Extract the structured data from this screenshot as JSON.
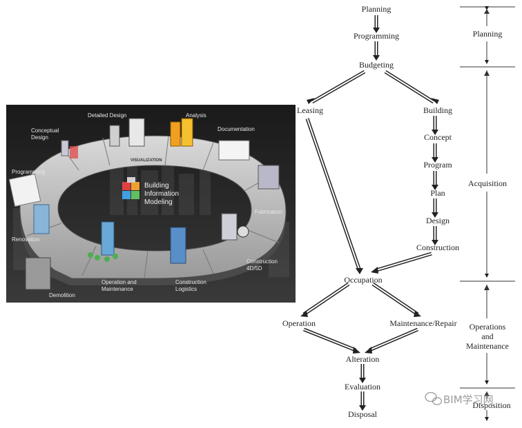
{
  "bim_cycle": {
    "center_title_line1": "Building",
    "center_title_line2": "Information",
    "center_title_line3": "Modeling",
    "ring_label": "VISUALIZATION",
    "stages": {
      "conceptual_design_1": "Conceptual",
      "conceptual_design_2": "Design",
      "detailed_design": "Detailed Design",
      "analysis": "Analysis",
      "documentation": "Documentation",
      "programming": "Programming",
      "fabrication": "Fabrication",
      "renovation": "Renovation",
      "construction_4d5d_1": "Construction",
      "construction_4d5d_2": "4D/5D",
      "operation_maintenance_1": "Operation and",
      "operation_maintenance_2": "Maintenance",
      "construction_logistics_1": "Construction",
      "construction_logistics_2": "Logistics",
      "demolition": "Demolition"
    }
  },
  "lifecycle": {
    "nodes": {
      "planning": "Planning",
      "programming": "Programming",
      "budgeting": "Budgeting",
      "leasing": "Leasing",
      "building": "Building",
      "concept": "Concept",
      "program": "Program",
      "plan": "Plan",
      "design": "Design",
      "construction": "Construction",
      "occupation": "Occupation",
      "operation": "Operation",
      "maintenance_repair": "Maintenance/Repair",
      "alteration": "Alteration",
      "evaluation": "Evaluation",
      "disposal": "Disposal"
    },
    "phases": {
      "planning": "Planning",
      "acquisition": "Acquisition",
      "operations_maintenance_1": "Operations",
      "operations_maintenance_2": "and",
      "operations_maintenance_3": "Maintenance",
      "disposition": "Disposition"
    }
  },
  "watermark": {
    "text": "BIM学习网"
  }
}
